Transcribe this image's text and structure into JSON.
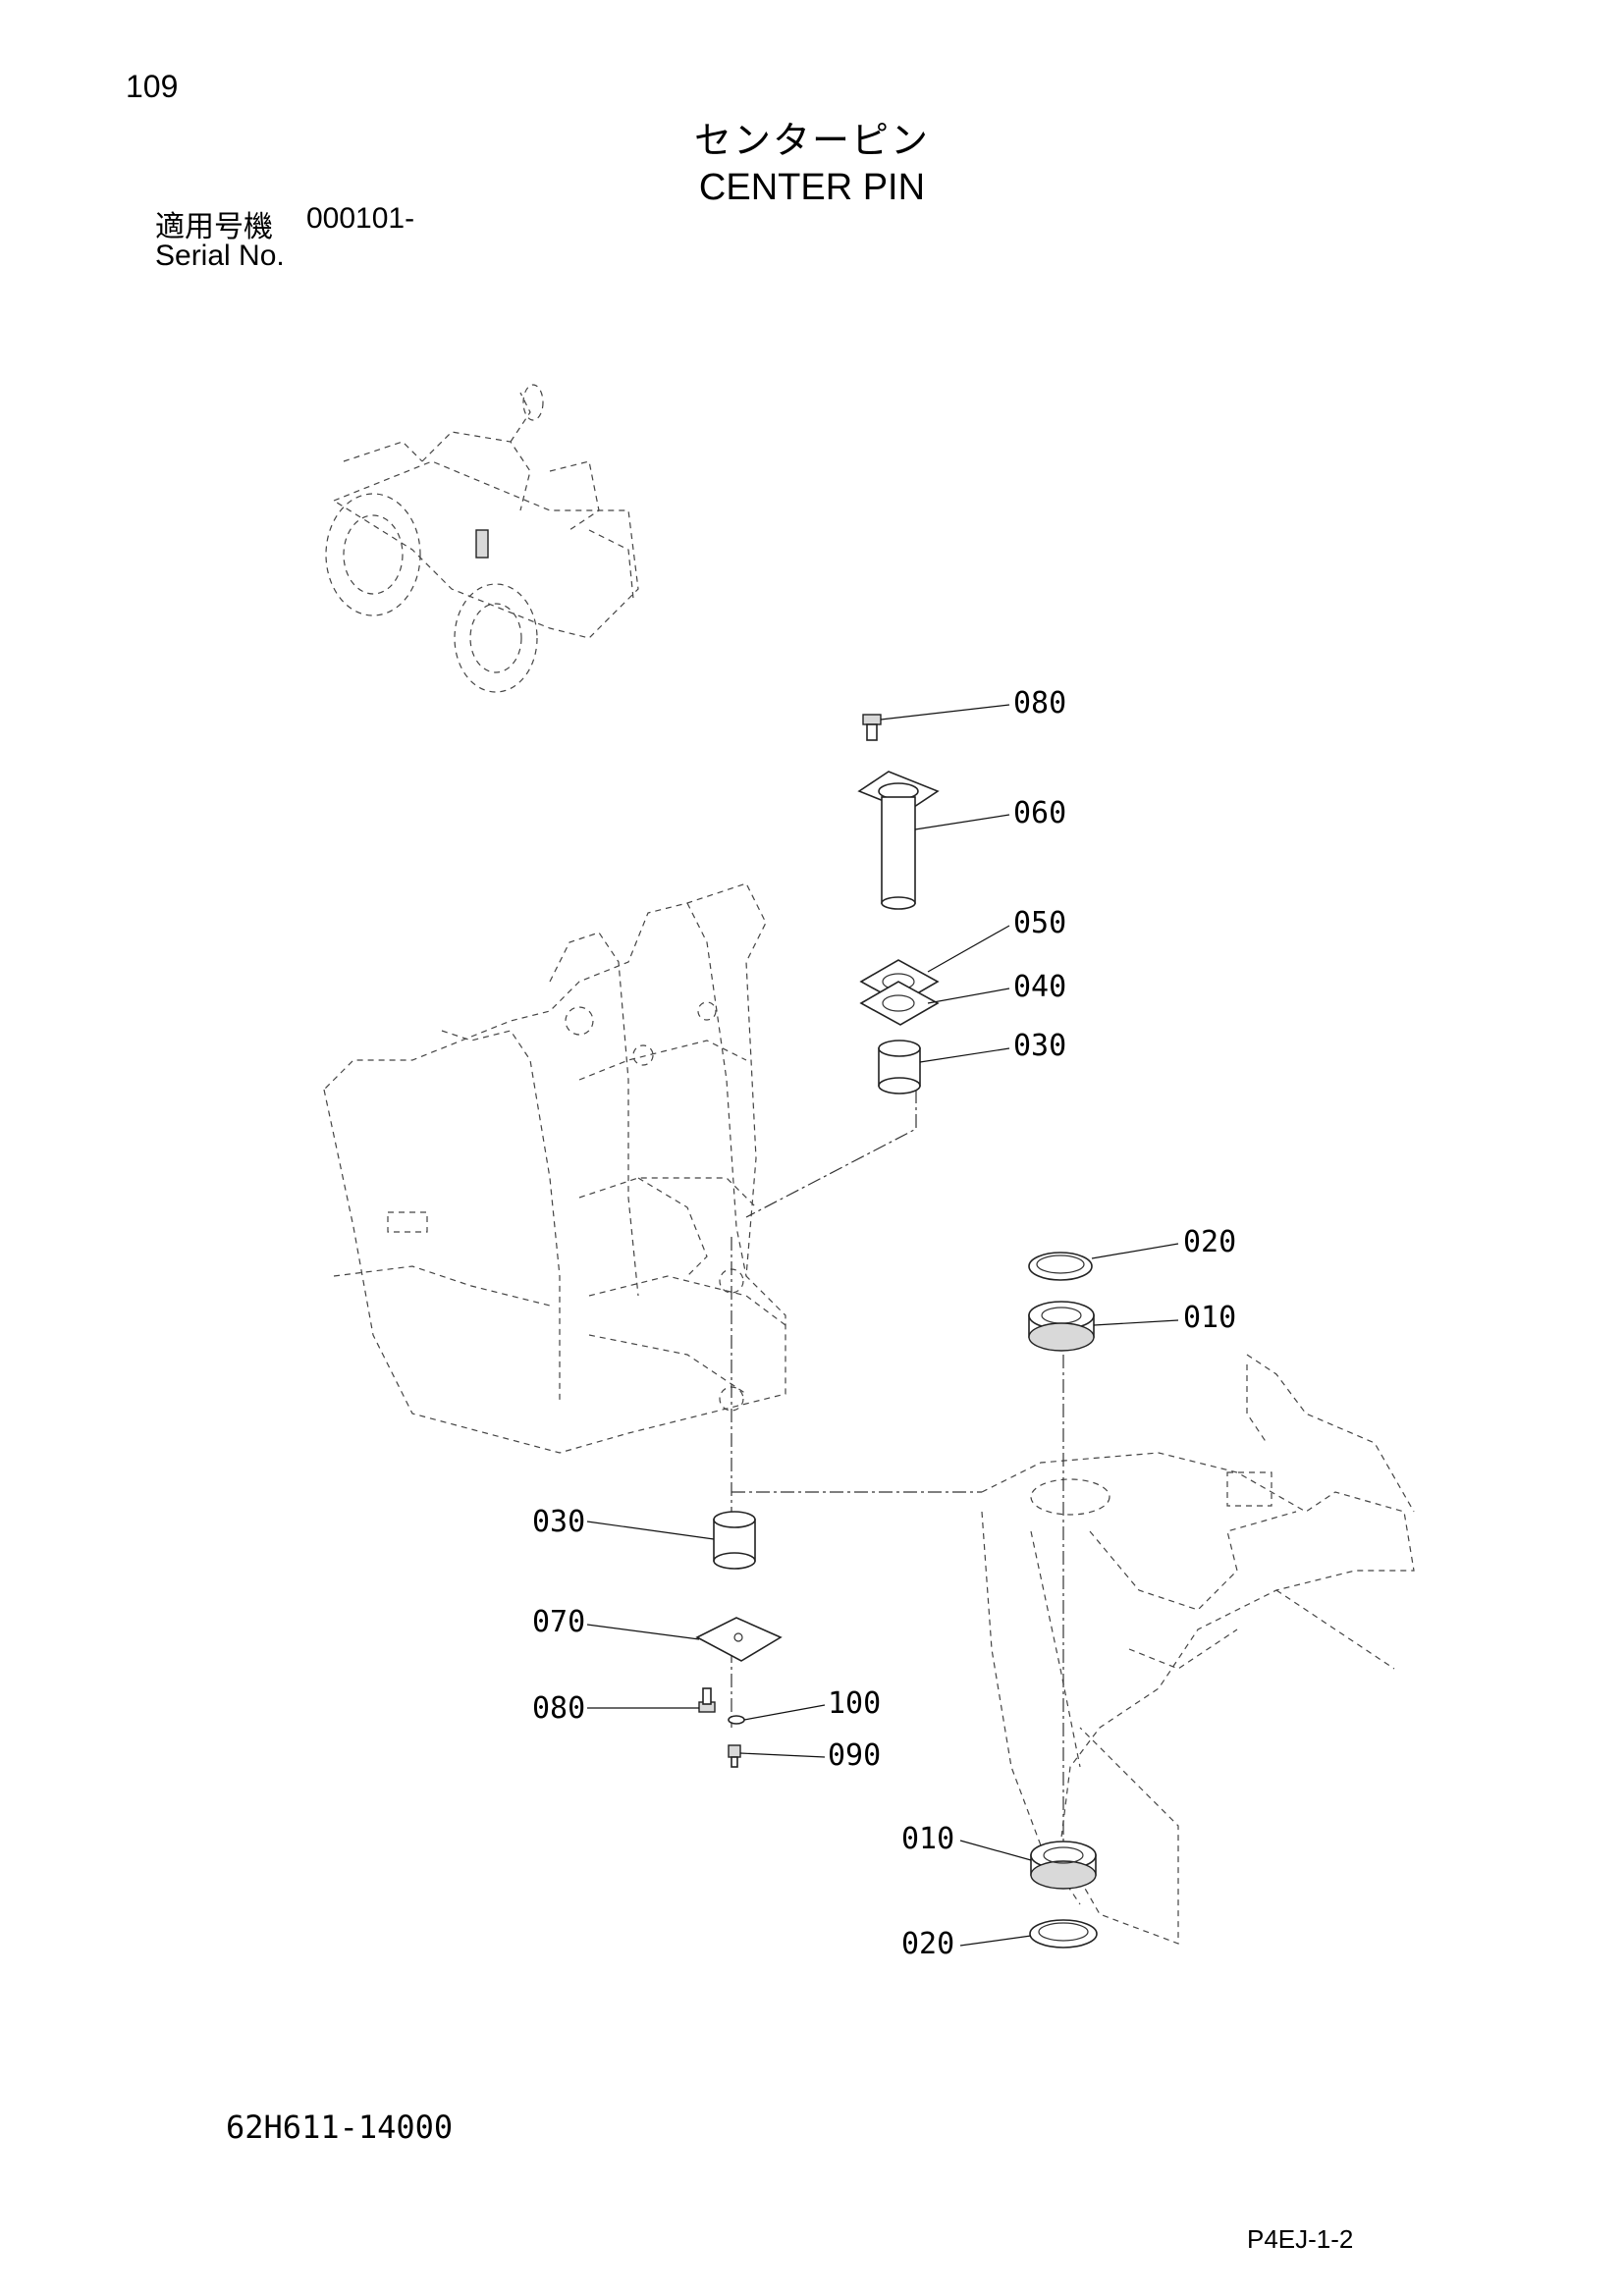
{
  "header": {
    "page_number": "109",
    "title_jp": "センターピン",
    "title_en": "CENTER PIN",
    "serial_label_jp": "適用号機",
    "serial_value": "000101-",
    "serial_label_en": "Serial No."
  },
  "footer": {
    "part_code": "62H611-14000",
    "page_ref": "P4EJ-1-2"
  },
  "callouts": [
    {
      "id": "upper-bolt",
      "label": "080"
    },
    {
      "id": "upper-pin",
      "label": "060"
    },
    {
      "id": "shim-a",
      "label": "050"
    },
    {
      "id": "shim-b",
      "label": "040"
    },
    {
      "id": "upper-bushing",
      "label": "030"
    },
    {
      "id": "upper-seal",
      "label": "020"
    },
    {
      "id": "upper-bearing",
      "label": "010"
    },
    {
      "id": "lower-bushing",
      "label": "030"
    },
    {
      "id": "lower-plate",
      "label": "070"
    },
    {
      "id": "lower-bolt",
      "label": "080"
    },
    {
      "id": "washer",
      "label": "100"
    },
    {
      "id": "grease-fitting",
      "label": "090"
    },
    {
      "id": "lower-bearing",
      "label": "010"
    },
    {
      "id": "lower-seal",
      "label": "020"
    }
  ]
}
